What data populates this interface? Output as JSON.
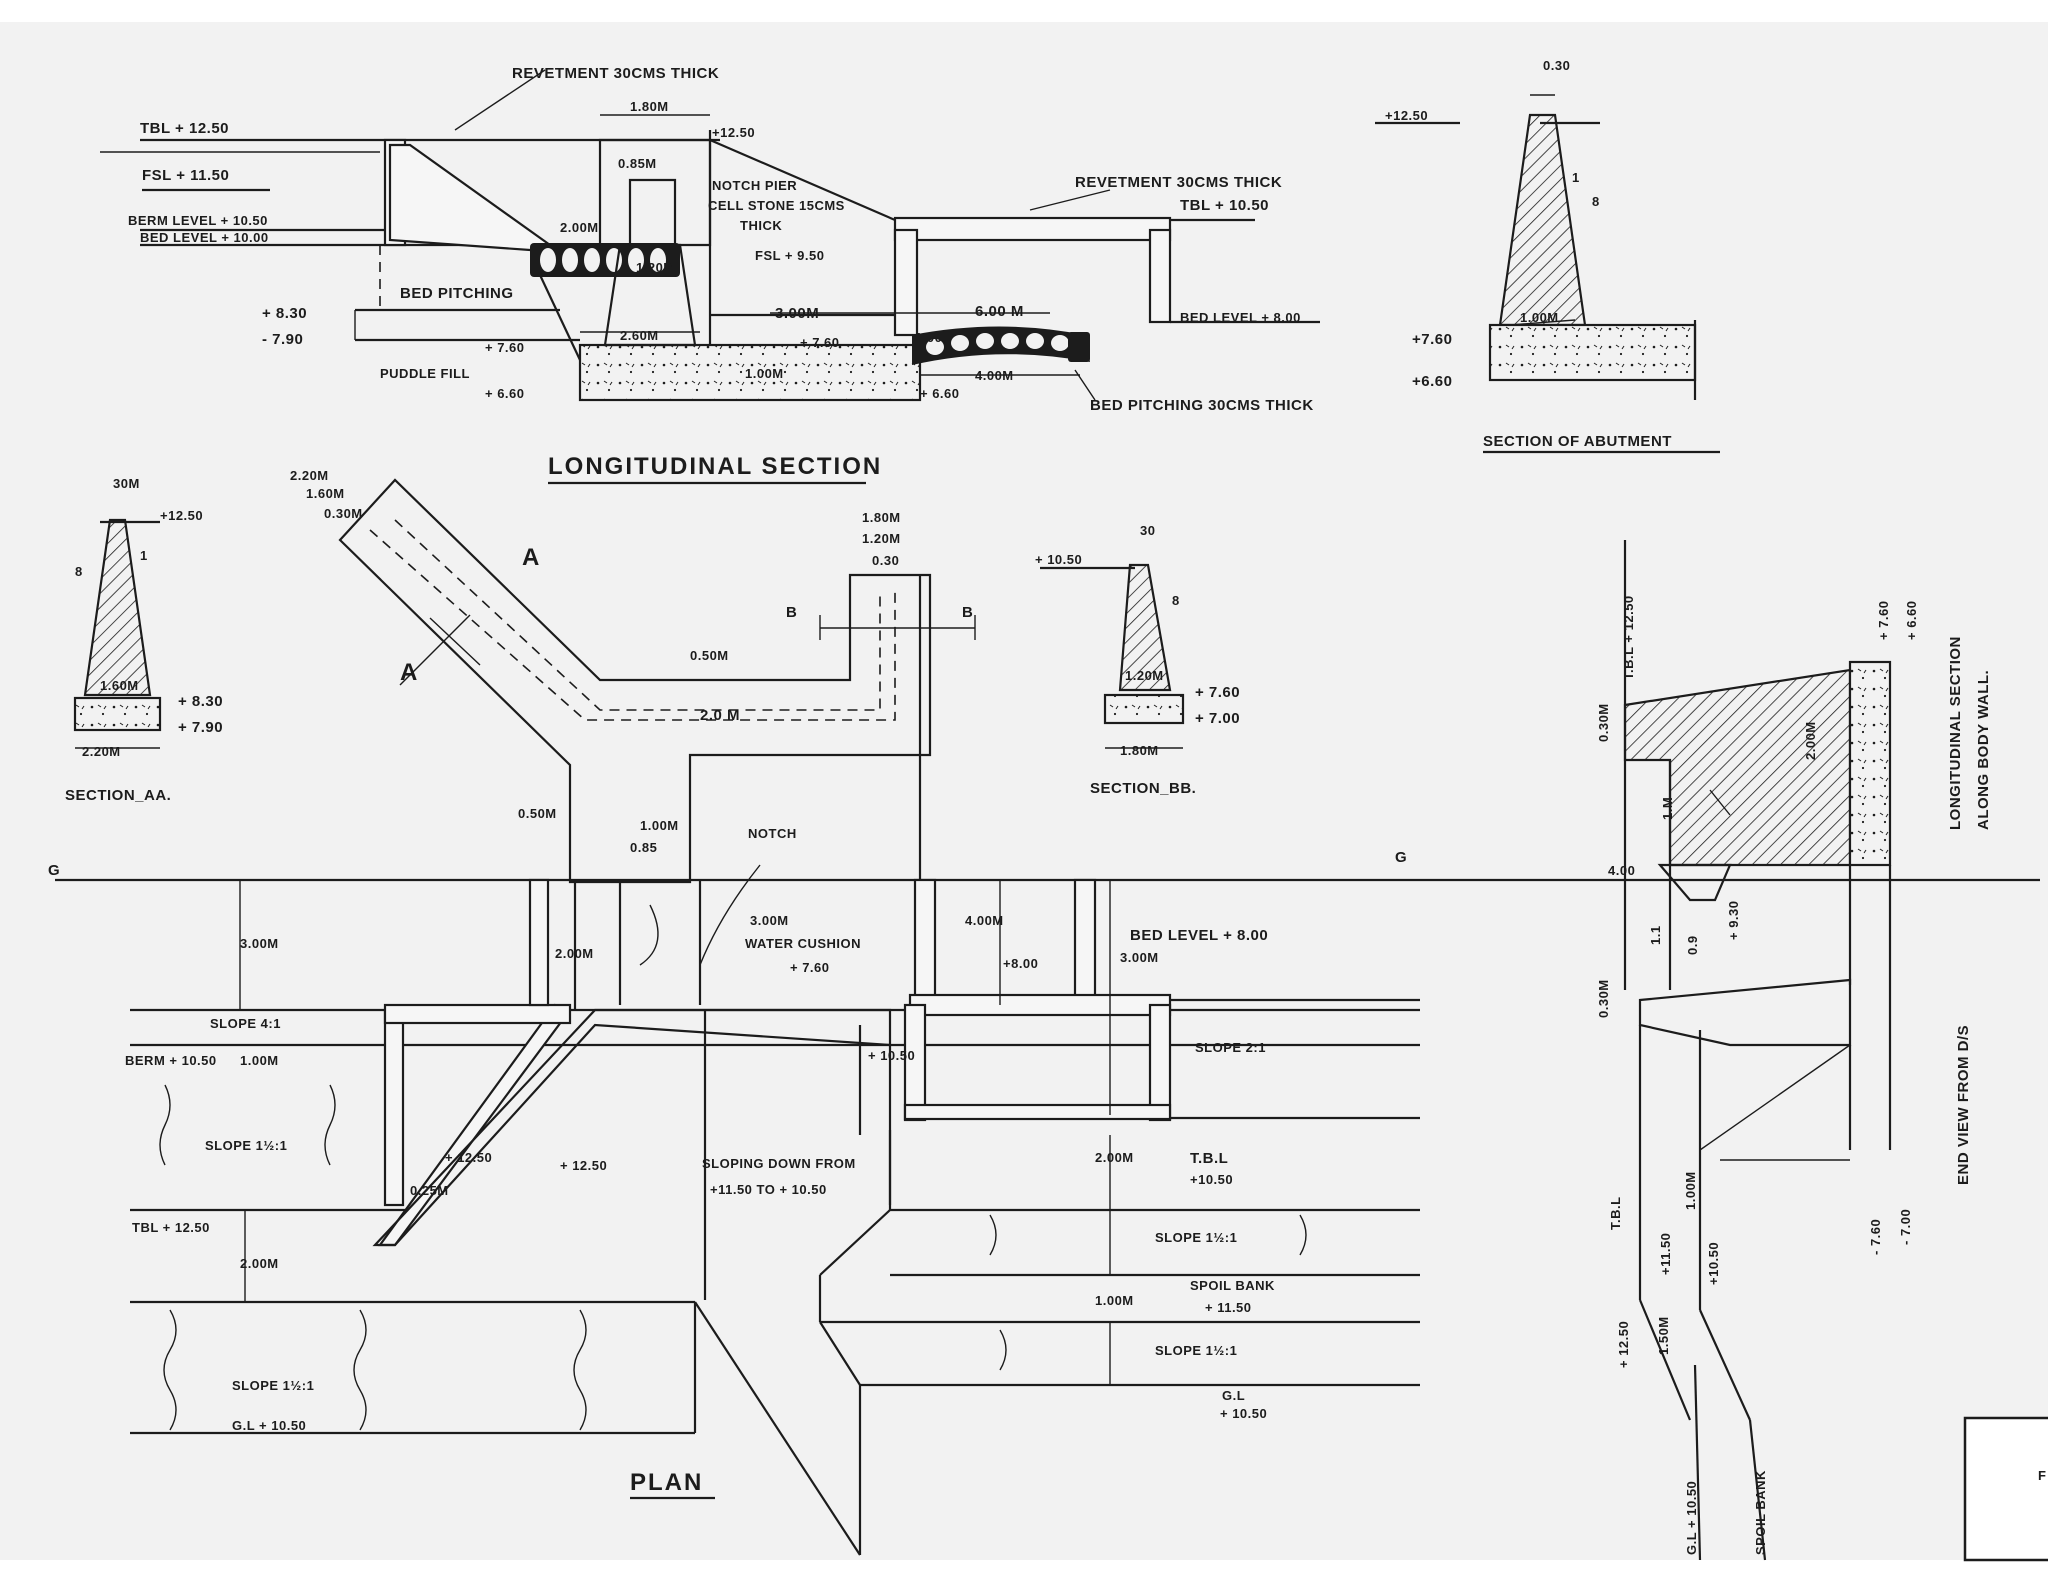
{
  "colors": {
    "paper": "#f2f2f2",
    "ink": "#1c1c1c"
  },
  "titles": {
    "longitudinal_section": "LONGITUDINAL SECTION",
    "section_of_abutment": "SECTION OF ABUTMENT",
    "section_aa": "SECTION_AA.",
    "section_bb": "SECTION_BB.",
    "plan": "PLAN",
    "body_wall_1": "LONGITUDINAL SECTION",
    "body_wall_2": "ALONG BODY WALL.",
    "end_view": "END VIEW FROM D/S"
  },
  "long_section": {
    "revetment_top": "REVETMENT 30CMS THICK",
    "tbl_left": "TBL + 12.50",
    "fsl_left": "FSL + 11.50",
    "berm_level": "BERM LEVEL + 10.50",
    "bed_level_left": "BED LEVEL + 10.00",
    "dim_180": "1.80M",
    "level_1250": "+12.50",
    "dim_085": "0.85M",
    "notch_pier": "NOTCH PIER",
    "cell_stone": "CELL STONE 15CMS",
    "thick": "THICK",
    "fsl_right": "FSL + 9.50",
    "dim_200": "2.00M",
    "dim_120": "1.20M",
    "bed_pitching": "BED PITCHING",
    "level_830": "+ 8.30",
    "level_790": "- 7.90",
    "level_760": "+ 7.60",
    "dim_260": "2.60M",
    "level_760b": "+ 7.60",
    "dim_300": "3.00M",
    "dim_600": "6.00 M",
    "puddle_fill": "PUDDLE FILL",
    "level_660": "+ 6.60",
    "dim_100": "1.00M",
    "dim_400": "4.00M",
    "level_660b": "+ 6.60",
    "revetment_right": "REVETMENT 30CMS THICK",
    "tbl_right": "TBL + 10.50",
    "bed_level_right": "BED LEVEL + 8.00",
    "bed_pitching_30": "BED PITCHING 30CMS THICK",
    "dim_100b": "1.00"
  },
  "abutment": {
    "level_1250": "+12.50",
    "dim_30": "0.30",
    "slope": "1",
    "slope_8": "8",
    "dim_100": "1.00M",
    "level_760": "+7.60",
    "level_660": "+6.60"
  },
  "section_aa": {
    "dim_30": "30M",
    "level_1250": "+12.50",
    "slope_8": "8",
    "slope_1": "1",
    "dim_060": "1.60M",
    "level_830": "+ 8.30",
    "level_790": "+ 7.90",
    "dim_220": "2.20M"
  },
  "section_bb": {
    "level_1050": "+ 10.50",
    "dim_30": "30",
    "slope_8": "8",
    "dim_120": "1.20M",
    "level_760": "+ 7.60",
    "level_700": "+ 7.00",
    "dim_180": "1.80M"
  },
  "plan": {
    "dim_220": "2.20M",
    "dim_160": "1.60M",
    "dim_030": "0.30M",
    "label_a_left": "A",
    "label_a_right": "A",
    "label_b_left": "B",
    "label_b_right": "B",
    "dim_180": "1.80M",
    "dim_120": "1.20M",
    "dim_030b": "0.30",
    "dim_050": "0.50M",
    "dim_20": "2.0 M",
    "dim_050b": "0.50M",
    "dim_100": "1.00M",
    "dim_085": "0.85",
    "notch": "NOTCH",
    "axis_left": "G",
    "axis_right": "G",
    "dim_300": "3.00M",
    "dim_200": "2.00M",
    "dim_300b": "3.00M",
    "water_cushion": "WATER CUSHION",
    "level_760": "+ 7.60",
    "dim_400": "4.00M",
    "level_800": "+8.00",
    "bed_level": "BED LEVEL + 8.00",
    "dim_300c": "3.00M",
    "slope_41": "SLOPE 4:1",
    "berm": "BERM + 10.50",
    "dim_100b": "1.00M",
    "slope_1half_a": "SLOPE 1½:1",
    "level_1250a": "+ 12.50",
    "dim_025": "0.25M",
    "level_1250b": "+ 12.50",
    "sloping_down": "SLOPING DOWN FROM",
    "sloping_range": "+11.50 TO + 10.50",
    "level_1050v": "+ 10.50",
    "slope_21": "SLOPE 2:1",
    "dim_200b": "2.00M",
    "tbl": "T.B.L",
    "tbl_level": "+10.50",
    "tbl_left": "TBL + 12.50",
    "dim_200c": "2.00M",
    "slope_15": "SLOPE 1½:1",
    "dim_100c": "1.00M",
    "spoil_bank": "SPOIL BANK",
    "spoil_level": "+ 11.50",
    "slope_1half_b": "SLOPE 1½:1",
    "slope_1half_c": "SLOPE 1½:1",
    "gl_left": "G.L + 10.50",
    "gl_right": "G.L",
    "gl_right_level": "+ 10.50"
  },
  "body_wall": {
    "tbl_level": "T.B.L + 12.50",
    "level_760": "+ 7.60",
    "level_660": "+ 6.60",
    "dim_030": "0.30M",
    "dim_200": "2.00M",
    "dim_1": "1.M",
    "axis": "4.00",
    "dim_11": "1.1",
    "dim_09": "0.9",
    "level_930": "+ 9.30",
    "dim_030b": "0.30M",
    "dim_100": "1.00M",
    "tbl": "T.B.L",
    "level_1150": "+11.50",
    "level_1050": "+10.50",
    "dim_150": "1.50M",
    "level_1250": "+ 12.50",
    "gl": "G.L + 10.50",
    "spoil_bank": "SPOIL BANK",
    "level_760b": "- 7.60",
    "level_700": "- 7.00"
  },
  "corner_glyph": "F"
}
